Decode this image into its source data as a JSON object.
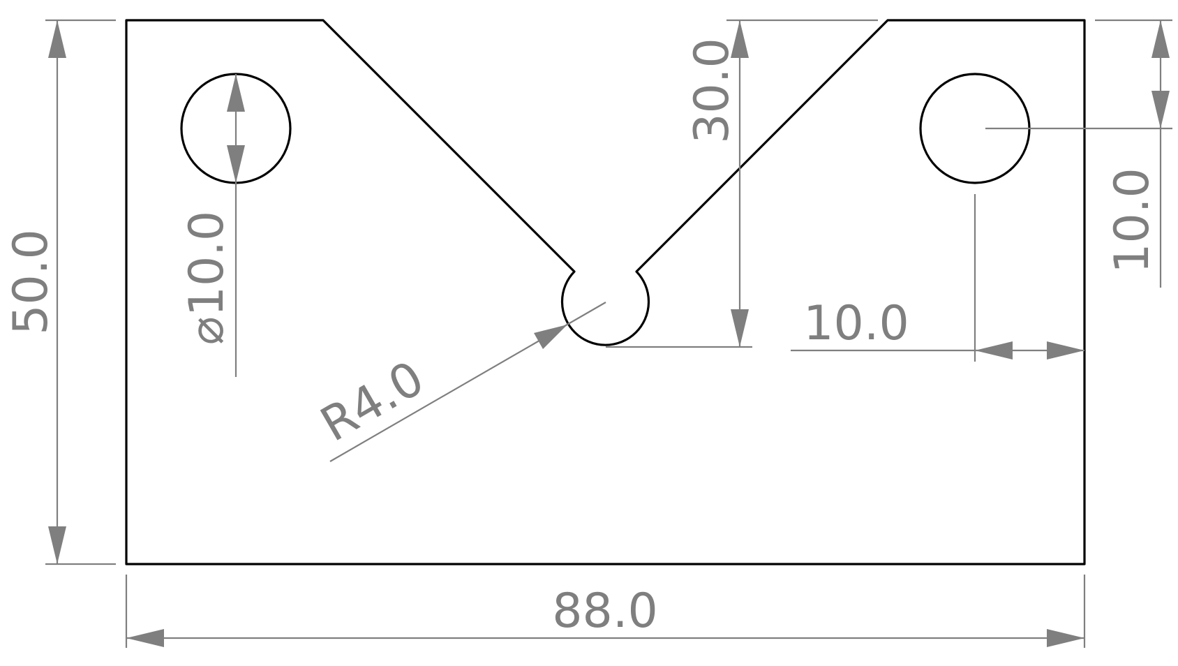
{
  "colors": {
    "outline": "#000000",
    "dimension": "#7f7f7f",
    "background": "#ffffff"
  },
  "dimensions": {
    "overall_width": "88.0",
    "overall_height": "50.0",
    "hole_diameter": "10.0",
    "hole_diameter_symbol": "⌀",
    "notch_radius": "R4.0",
    "notch_depth": "30.0",
    "hole_offset_from_edge": "10.0",
    "hole_offset_from_top": "10.0"
  }
}
